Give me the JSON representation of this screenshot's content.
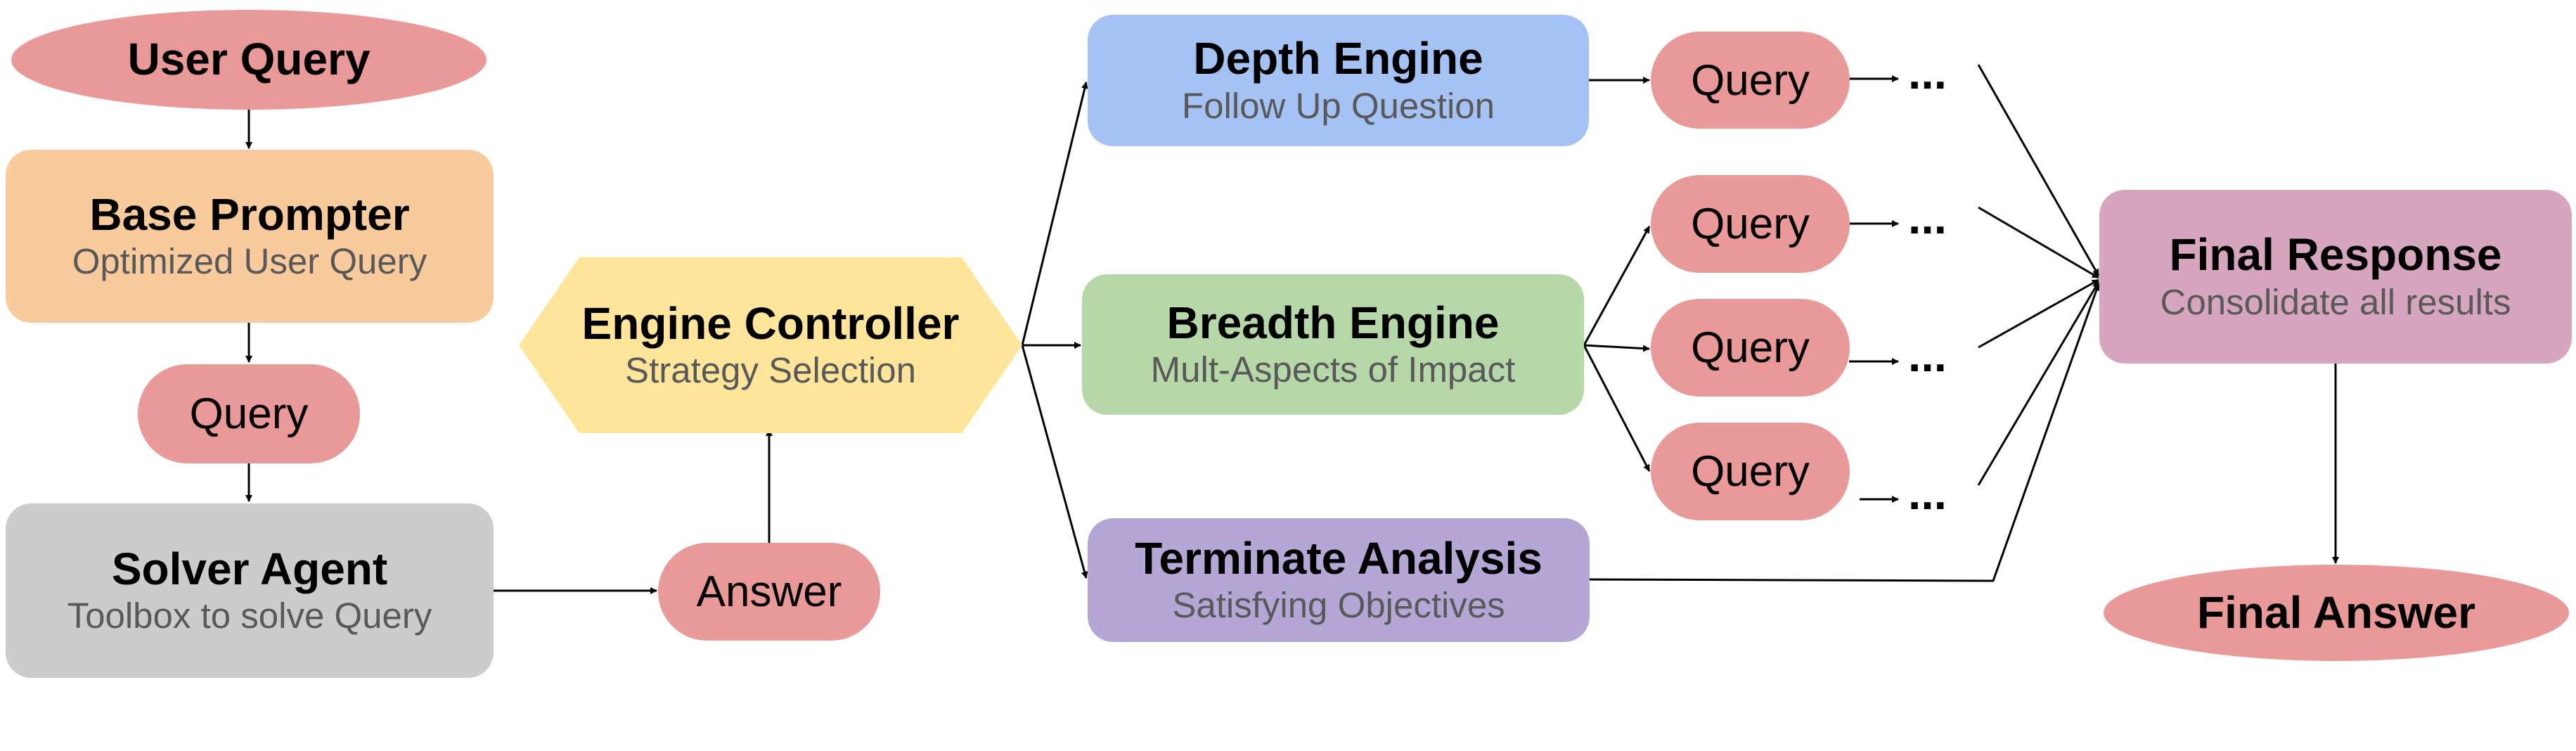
{
  "colors": {
    "query": "#ea9999",
    "prompter": "#f9cb9c",
    "solver": "#cccccc",
    "controller": "#ffe599",
    "depth": "#a4c2f4",
    "breadth": "#b6d7a8",
    "terminate": "#b4a7d6",
    "final": "#d5a6bd",
    "edge": "#000000"
  },
  "nodes": {
    "user_query": {
      "title": "User Query"
    },
    "base_prompter": {
      "title": "Base Prompter",
      "subtitle": "Optimized User Query"
    },
    "query_left": {
      "label": "Query"
    },
    "solver_agent": {
      "title": "Solver Agent",
      "subtitle": "Toolbox to solve Query"
    },
    "answer": {
      "label": "Answer"
    },
    "engine_controller": {
      "title": "Engine Controller",
      "subtitle": "Strategy Selection"
    },
    "depth_engine": {
      "title": "Depth Engine",
      "subtitle": "Follow Up Question"
    },
    "breadth_engine": {
      "title": "Breadth Engine",
      "subtitle": "Mult-Aspects of Impact"
    },
    "terminate_analysis": {
      "title": "Terminate Analysis",
      "subtitle": "Satisfying Objectives"
    },
    "query_depth": {
      "label": "Query"
    },
    "query_breadth_1": {
      "label": "Query"
    },
    "query_breadth_2": {
      "label": "Query"
    },
    "query_breadth_3": {
      "label": "Query"
    },
    "final_response": {
      "title": "Final Response",
      "subtitle": "Consolidate all results"
    },
    "final_answer": {
      "title": "Final Answer"
    }
  },
  "continuation": "..."
}
